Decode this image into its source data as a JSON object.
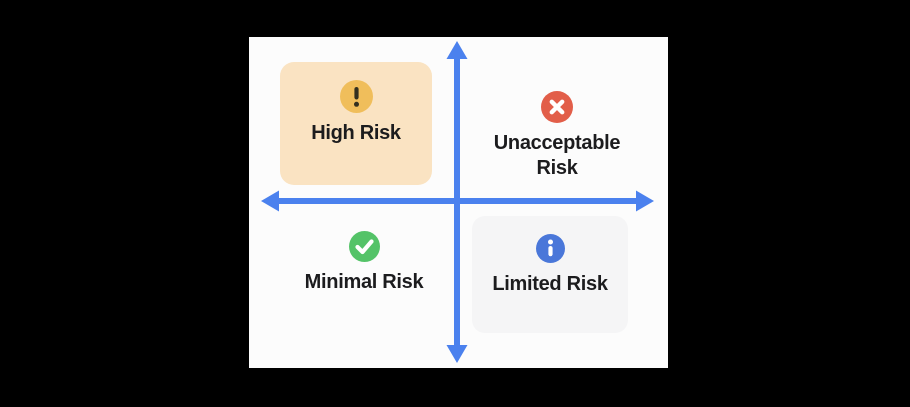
{
  "diagram": {
    "type": "risk-quadrant-matrix",
    "quadrants": {
      "top_left": {
        "label": "High Risk",
        "icon": "warning-icon",
        "has_card": true
      },
      "top_right": {
        "label": "Unacceptable Risk",
        "icon": "cross-icon",
        "has_card": false
      },
      "bottom_left": {
        "label": "Minimal Risk",
        "icon": "check-icon",
        "has_card": false
      },
      "bottom_right": {
        "label": "Limited Risk",
        "icon": "info-icon",
        "has_card": true
      }
    },
    "colors": {
      "background": "#000000",
      "panel": "#fcfcfc",
      "axis": "#4b81ee",
      "text": "#1c1c1e",
      "card-high": "#fae3c2",
      "card-limited": "#f5f5f6",
      "icon-warning": "#f0be5b",
      "icon-warning-glyph": "#33301f",
      "icon-cross": "#e25e49",
      "icon-check": "#54c368",
      "icon-info": "#4a77d9",
      "icon-glyph": "#ffffff"
    }
  }
}
